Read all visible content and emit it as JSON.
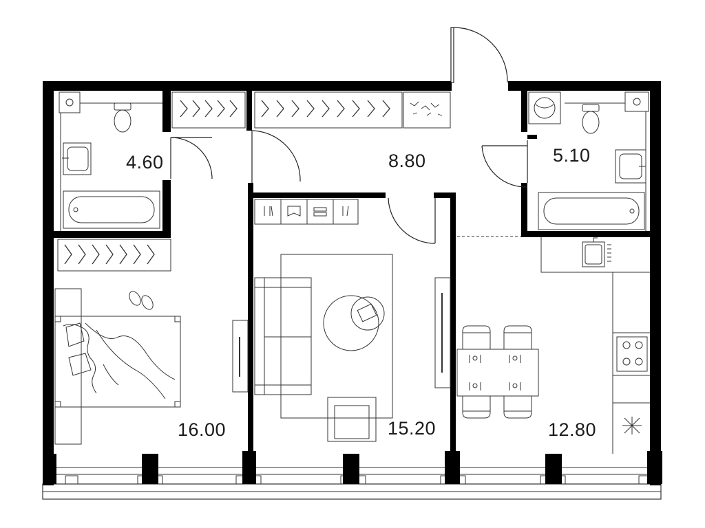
{
  "plan": {
    "areas": {
      "bathroom_left": "4.60",
      "hallway": "8.80",
      "bathroom_right": "5.10",
      "bedroom": "16.00",
      "living_room": "15.20",
      "kitchen": "12.80"
    }
  }
}
